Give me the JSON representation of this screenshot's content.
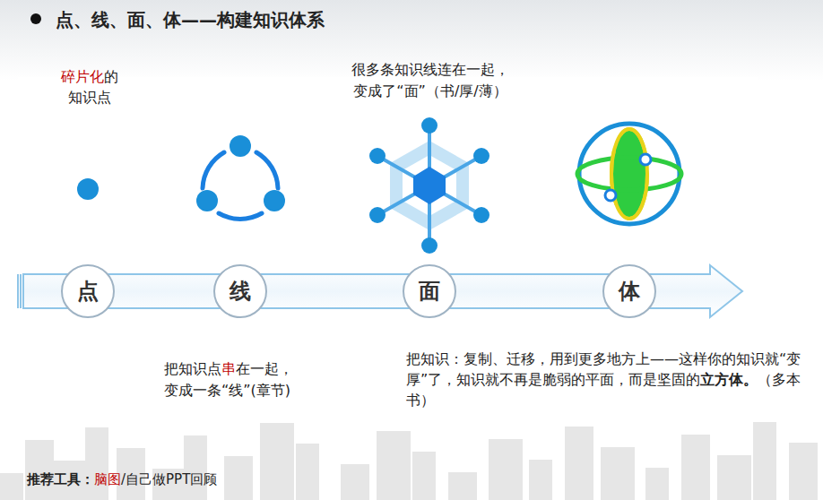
{
  "diagram": {
    "title": "点、线、面、体——构建知识体系",
    "nodes": [
      {
        "text": [
          "点"
        ]
      },
      {
        "text": [
          "线"
        ]
      },
      {
        "text": [
          "面"
        ]
      },
      {
        "text": [
          "体"
        ]
      }
    ],
    "labels": [
      "碎片化",
      "的",
      "知识点",
      "很多条知识线连在一起，",
      "变成了“面”（书/厚/薄）",
      "把知识点",
      "串",
      "在一起，",
      "变成一条“线”(章节)",
      "把知识：复制、迁移，用到更多地方上——这样你的知识就“变厚”了，知识就不再是脆弱的平面，而是坚固的",
      "立方体。",
      "（多本书）",
      "推荐工具：",
      "脑图",
      "/自己做PPT回顾"
    ]
  }
}
